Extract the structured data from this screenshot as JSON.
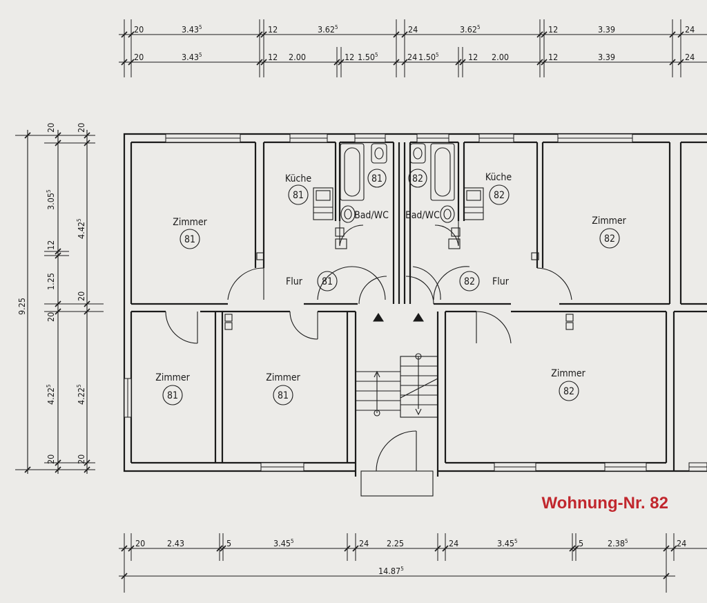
{
  "apartment_label": "Wohnung-Nr. 82",
  "rooms": [
    {
      "name": "Zimmer",
      "no": "81"
    },
    {
      "name": "Küche",
      "no": "81"
    },
    {
      "name": "Bad/WC",
      "no": "81"
    },
    {
      "name": "Flur",
      "no": "81"
    },
    {
      "name": "Zimmer",
      "no": "81"
    },
    {
      "name": "Zimmer",
      "no": "81"
    },
    {
      "name": "Bad/WC",
      "no": "82"
    },
    {
      "name": "Küche",
      "no": "82"
    },
    {
      "name": "Flur",
      "no": "82"
    },
    {
      "name": "Zimmer",
      "no": "82"
    },
    {
      "name": "Zimmer",
      "no": "82"
    }
  ],
  "top_dims_row1": [
    {
      "t": "20"
    },
    {
      "t": "3.43",
      "s": "5"
    },
    {
      "t": "12"
    },
    {
      "t": "3.62",
      "s": "5"
    },
    {
      "t": "24"
    },
    {
      "t": "3.62",
      "s": "5"
    },
    {
      "t": "12"
    },
    {
      "t": "3.39"
    },
    {
      "t": "24"
    }
  ],
  "top_dims_row2": [
    {
      "t": "20"
    },
    {
      "t": "3.43",
      "s": "5"
    },
    {
      "t": "12"
    },
    {
      "t": "2.00"
    },
    {
      "t": "12"
    },
    {
      "t": "1.50",
      "s": "5"
    },
    {
      "t": "24"
    },
    {
      "t": "1.50",
      "s": "5"
    },
    {
      "t": "12"
    },
    {
      "t": "2.00"
    },
    {
      "t": "12"
    },
    {
      "t": "3.39"
    },
    {
      "t": "24"
    }
  ],
  "bottom_dims": [
    {
      "t": "20"
    },
    {
      "t": "2.43"
    },
    {
      "t": "5"
    },
    {
      "t": "3.45",
      "s": "5"
    },
    {
      "t": "24"
    },
    {
      "t": "2.25"
    },
    {
      "t": "24"
    },
    {
      "t": "3.45",
      "s": "5"
    },
    {
      "t": "5"
    },
    {
      "t": "2.38",
      "s": "5"
    },
    {
      "t": "24"
    }
  ],
  "total_width": {
    "t": "14.87",
    "s": "5"
  },
  "total_depth": {
    "t": "9.25"
  },
  "left_dims_col1": [
    {
      "t": "20"
    },
    {
      "t": "3.05",
      "s": "5"
    },
    {
      "t": "12"
    },
    {
      "t": "1.25"
    },
    {
      "t": "20"
    },
    {
      "t": "4.22",
      "s": "5"
    },
    {
      "t": "20"
    }
  ],
  "left_dims_col2": [
    {
      "t": "20"
    },
    {
      "t": "4.42",
      "s": "5"
    },
    {
      "t": "20"
    },
    {
      "t": "4.22",
      "s": "5"
    },
    {
      "t": "20"
    }
  ]
}
